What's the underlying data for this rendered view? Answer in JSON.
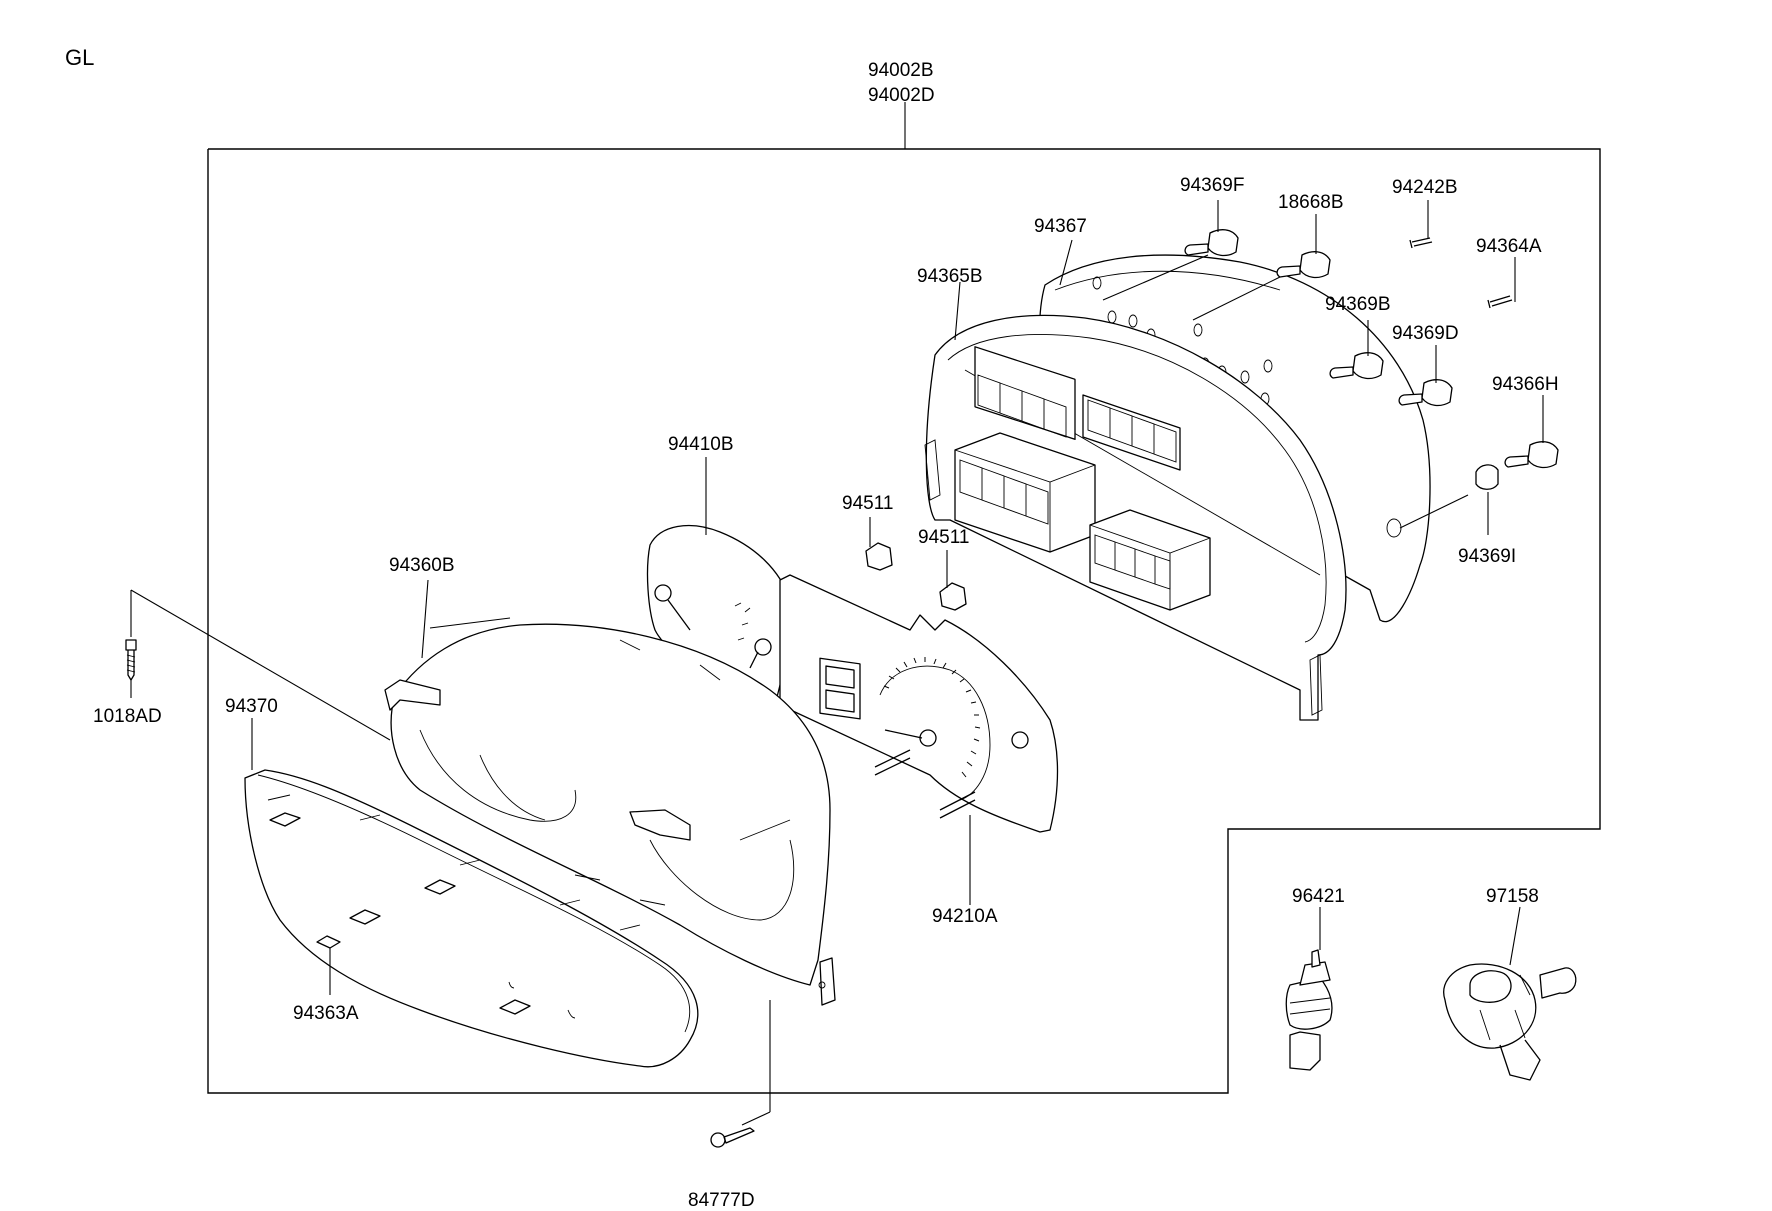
{
  "variant": "GL",
  "labels": {
    "assembly_1": "94002B",
    "assembly_2": "94002D",
    "p94369F": "94369F",
    "p18668B": "18668B",
    "p94242B": "94242B",
    "p94367": "94367",
    "p94364A": "94364A",
    "p94365B": "94365B",
    "p94369B": "94369B",
    "p94369D": "94369D",
    "p94366H": "94366H",
    "p94369I": "94369I",
    "p94410B": "94410B",
    "p94511_a": "94511",
    "p94511_b": "94511",
    "p94360B": "94360B",
    "p1018AD": "1018AD",
    "p94370": "94370",
    "p94210A": "94210A",
    "p94363A": "94363A",
    "p96421": "96421",
    "p97158": "97158",
    "p84777D": "84777D"
  }
}
